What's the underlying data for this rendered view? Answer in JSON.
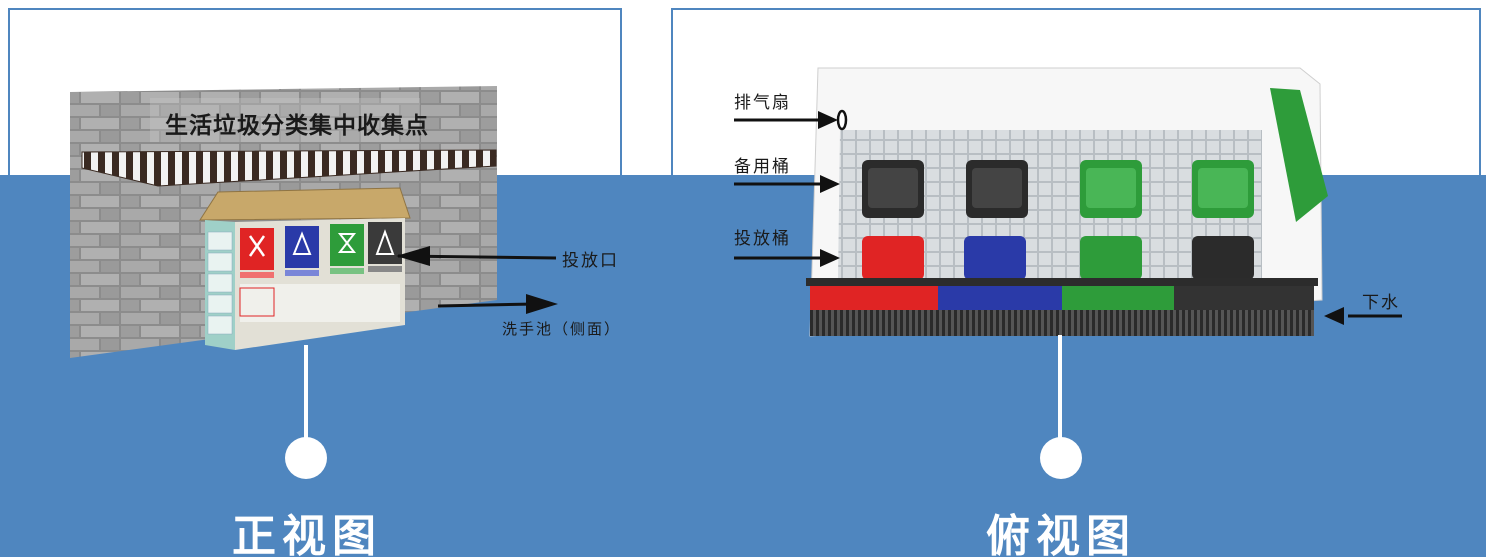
{
  "front_view": {
    "title": "正视图",
    "wall_sign": "生活垃圾分类集中收集点",
    "callout_drop_opening": "投放口",
    "callout_sink": "洗手池（侧面）"
  },
  "top_view": {
    "title": "俯视图",
    "callout_exhaust_fan": "排气扇",
    "callout_spare_bins": "备用桶",
    "callout_drop_bins": "投放桶",
    "callout_drain": "下水"
  },
  "colors": {
    "background_blue": "#4f86bf",
    "bin_red": "#e02424",
    "bin_blue": "#2a3aa8",
    "bin_green": "#2e9c3a",
    "bin_black": "#2b2b2b"
  }
}
